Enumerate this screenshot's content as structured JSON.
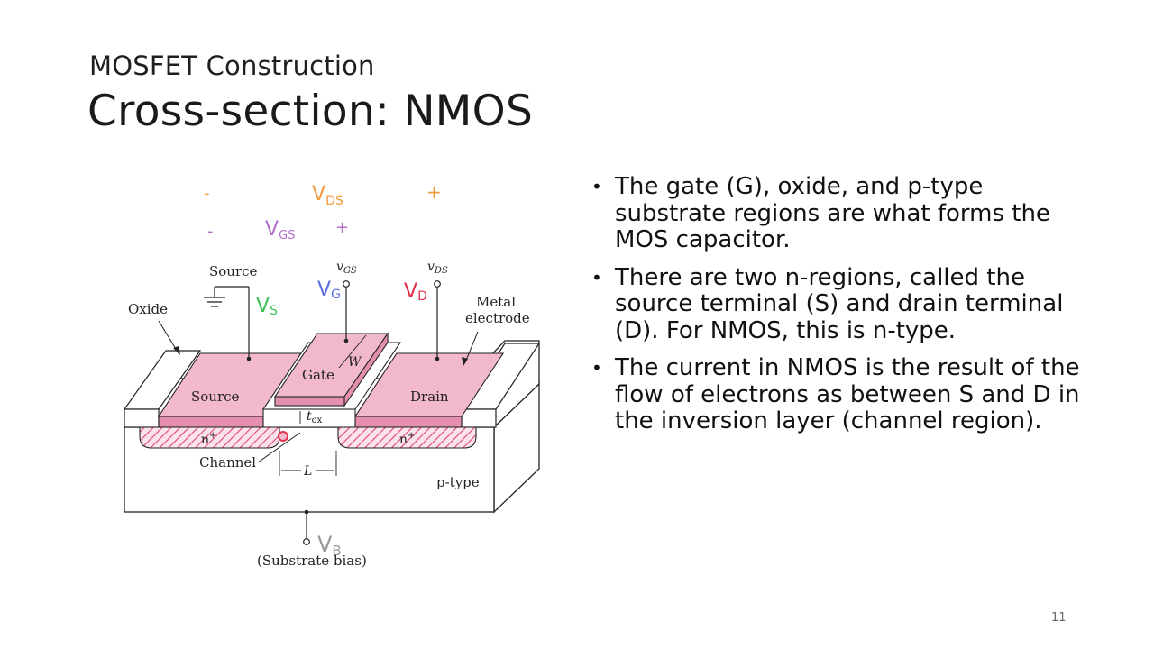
{
  "slide": {
    "subtitle": "MOSFET Construction",
    "title": "Cross-section: NMOS",
    "page_number": "11"
  },
  "bullets": [
    "The gate (G), oxide, and p-type substrate regions are what forms the MOS capacitor.",
    "There are two n-regions, called the source terminal (S) and drain terminal (D). For NMOS, this is n-type.",
    "The current in NMOS is the result of the flow of electrons as between S and D in the inversion layer (channel region)."
  ],
  "diagram": {
    "labels": {
      "source_terminal": "Source",
      "oxide": "Oxide",
      "vgs": "v",
      "vgs_sub": "GS",
      "vds": "v",
      "vds_sub": "DS",
      "metal_electrode_1": "Metal",
      "metal_electrode_2": "electrode",
      "gate": "Gate",
      "width": "W",
      "source_region": "Source",
      "drain_region": "Drain",
      "tox": "t",
      "tox_sub": "ox",
      "n_plus": "n",
      "n_plus_sup": "+",
      "channel": "Channel",
      "length": "L",
      "p_type": "p-type",
      "substrate_bias": "(Substrate bias)"
    },
    "handwritten": {
      "vds_minus": "-",
      "vds": "V",
      "vds_sub": "DS",
      "vds_plus": "+",
      "vgs_minus": "-",
      "vgs": "V",
      "vgs_sub": "GS",
      "vgs_plus": "+",
      "vs": "V",
      "vs_sub": "S",
      "vg": "V",
      "vg_sub": "G",
      "vd": "V",
      "vd_sub": "D",
      "vb": "V",
      "vb_sub": "B"
    },
    "colors": {
      "metal_fill": "#f2b8cc",
      "n_region_hatch": "#e0457a",
      "orange_ink": "#f29a3c",
      "purple_ink": "#b070c8",
      "green_ink": "#3fbf58",
      "blue_ink": "#5a6ee0",
      "red_ink": "#e0304a",
      "gray_ink": "#9a9a9a"
    }
  }
}
